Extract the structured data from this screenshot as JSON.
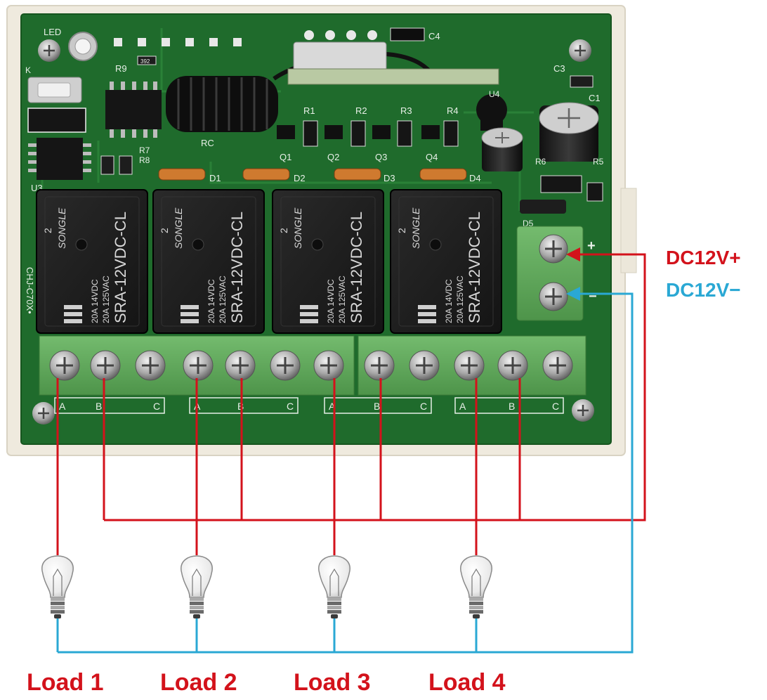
{
  "colors": {
    "positive": "#d3121b",
    "negative": "#2aa8d4",
    "pcb": "#1f6b2c",
    "terminal": "#5ea85a",
    "relay": "#1c1c1c",
    "housing": "#efeade"
  },
  "power": {
    "positive_label": "DC12V+",
    "negative_label": "DC12V−",
    "plus_sign": "+",
    "minus_sign": "−"
  },
  "relays": [
    {
      "model": "SRA-12VDC-CL",
      "brand": "SONGLE",
      "rating_dc": "20A 14VDC",
      "rating_ac": "20A 125VAC",
      "index": "2"
    },
    {
      "model": "SRA-12VDC-CL",
      "brand": "SONGLE",
      "rating_dc": "20A 14VDC",
      "rating_ac": "20A 125VAC",
      "index": "2"
    },
    {
      "model": "SRA-12VDC-CL",
      "brand": "SONGLE",
      "rating_dc": "20A 14VDC",
      "rating_ac": "20A 125VAC",
      "index": "2"
    },
    {
      "model": "SRA-12VDC-CL",
      "brand": "SONGLE",
      "rating_dc": "20A 14VDC",
      "rating_ac": "20A 125VAC",
      "index": "2"
    }
  ],
  "terminal_labels": [
    "A",
    "B",
    "C"
  ],
  "silkscreen": {
    "led": "LED",
    "r9": "R9",
    "r7": "R7",
    "r8": "R8",
    "u3": "U3",
    "rc": "RC",
    "c4": "C4",
    "c3": "C3",
    "c1": "C1",
    "u4": "U4",
    "r5": "R5",
    "r6": "R6",
    "r1": "R1",
    "r2": "R2",
    "r3": "R3",
    "r4": "R4",
    "q1": "Q1",
    "q2": "Q2",
    "q3": "Q3",
    "q4": "Q4",
    "d1": "D1",
    "d2": "D2",
    "d3": "D3",
    "d4": "D4",
    "d5": "D5",
    "board_id": "CHJ-C70X•",
    "k": "K",
    "smd_392": "392"
  },
  "loads": [
    {
      "label": "Load 1"
    },
    {
      "label": "Load 2"
    },
    {
      "label": "Load 3"
    },
    {
      "label": "Load 4"
    }
  ]
}
